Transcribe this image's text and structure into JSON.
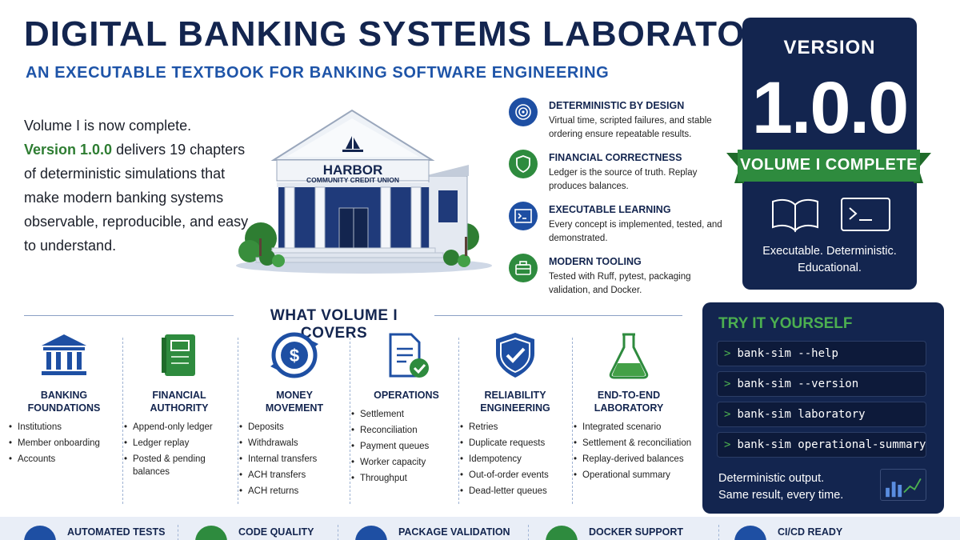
{
  "header": {
    "title": "DIGITAL BANKING SYSTEMS LABORATORY",
    "subtitle": "AN EXECUTABLE TEXTBOOK FOR BANKING SOFTWARE ENGINEERING"
  },
  "intro": {
    "line1": "Volume I is now complete.",
    "version_highlight": "Version 1.0.0",
    "line2": " delivers 19 chapters of deterministic simulations that make modern banking systems observable, reproducible, and easy to understand."
  },
  "building": {
    "name": "HARBOR",
    "subname": "COMMUNITY CREDIT UNION"
  },
  "features": [
    {
      "icon": "target-icon",
      "title": "DETERMINISTIC BY DESIGN",
      "desc": "Virtual time, scripted failures, and stable ordering ensure repeatable results."
    },
    {
      "icon": "shield-check-icon",
      "title": "FINANCIAL CORRECTNESS",
      "desc": "Ledger is the source of truth. Replay produces balances."
    },
    {
      "icon": "terminal-icon",
      "title": "EXECUTABLE LEARNING",
      "desc": "Every concept is implemented, tested, and demonstrated."
    },
    {
      "icon": "toolbox-icon",
      "title": "MODERN TOOLING",
      "desc": "Tested with Ruff, pytest, packaging validation, and Docker."
    }
  ],
  "version_panel": {
    "label": "VERSION",
    "number": "1.0.0",
    "ribbon": "VOLUME I COMPLETE",
    "caption_line1": "Executable. Deterministic.",
    "caption_line2": "Educational."
  },
  "covers": {
    "title": "WHAT VOLUME I COVERS",
    "columns": [
      {
        "icon": "bank-icon",
        "title_l1": "BANKING",
        "title_l2": "FOUNDATIONS",
        "items": [
          "Institutions",
          "Member onboarding",
          "Accounts"
        ]
      },
      {
        "icon": "ledger-book-icon",
        "title_l1": "FINANCIAL",
        "title_l2": "AUTHORITY",
        "items": [
          "Append-only ledger",
          "Ledger replay",
          "Posted & pending balances"
        ]
      },
      {
        "icon": "money-cycle-icon",
        "title_l1": "MONEY",
        "title_l2": "MOVEMENT",
        "items": [
          "Deposits",
          "Withdrawals",
          "Internal transfers",
          "ACH transfers",
          "ACH returns"
        ]
      },
      {
        "icon": "document-check-icon",
        "title_l1": "OPERATIONS",
        "title_l2": "",
        "items": [
          "Settlement",
          "Reconciliation",
          "Payment queues",
          "Worker capacity",
          "Throughput"
        ]
      },
      {
        "icon": "shield-check-icon",
        "title_l1": "RELIABILITY",
        "title_l2": "ENGINEERING",
        "items": [
          "Retries",
          "Duplicate requests",
          "Idempotency",
          "Out-of-order events",
          "Dead-letter queues"
        ]
      },
      {
        "icon": "flask-icon",
        "title_l1": "END-TO-END",
        "title_l2": "LABORATORY",
        "items": [
          "Integrated scenario",
          "Settlement & reconciliation",
          "Replay-derived balances",
          "Operational summary"
        ]
      }
    ]
  },
  "try_it": {
    "title": "TRY IT YOURSELF",
    "prompt": ">",
    "commands": [
      "bank-sim --help",
      "bank-sim --version",
      "bank-sim laboratory",
      "bank-sim operational-summary"
    ],
    "caption_line1": "Deterministic output.",
    "caption_line2": "Same result, every time."
  },
  "footer": {
    "items": [
      {
        "icon": "test-tube-icon",
        "label": "AUTOMATED TESTS"
      },
      {
        "icon": "code-icon",
        "label": "CODE QUALITY"
      },
      {
        "icon": "package-icon",
        "label": "PACKAGE VALIDATION"
      },
      {
        "icon": "docker-icon",
        "label": "DOCKER SUPPORT"
      },
      {
        "icon": "ci-cd-icon",
        "label": "CI/CD READY"
      }
    ]
  },
  "colors": {
    "navy": "#13254f",
    "blue": "#1e54a8",
    "green": "#2e7d32",
    "terminal_green": "#4caf50"
  }
}
